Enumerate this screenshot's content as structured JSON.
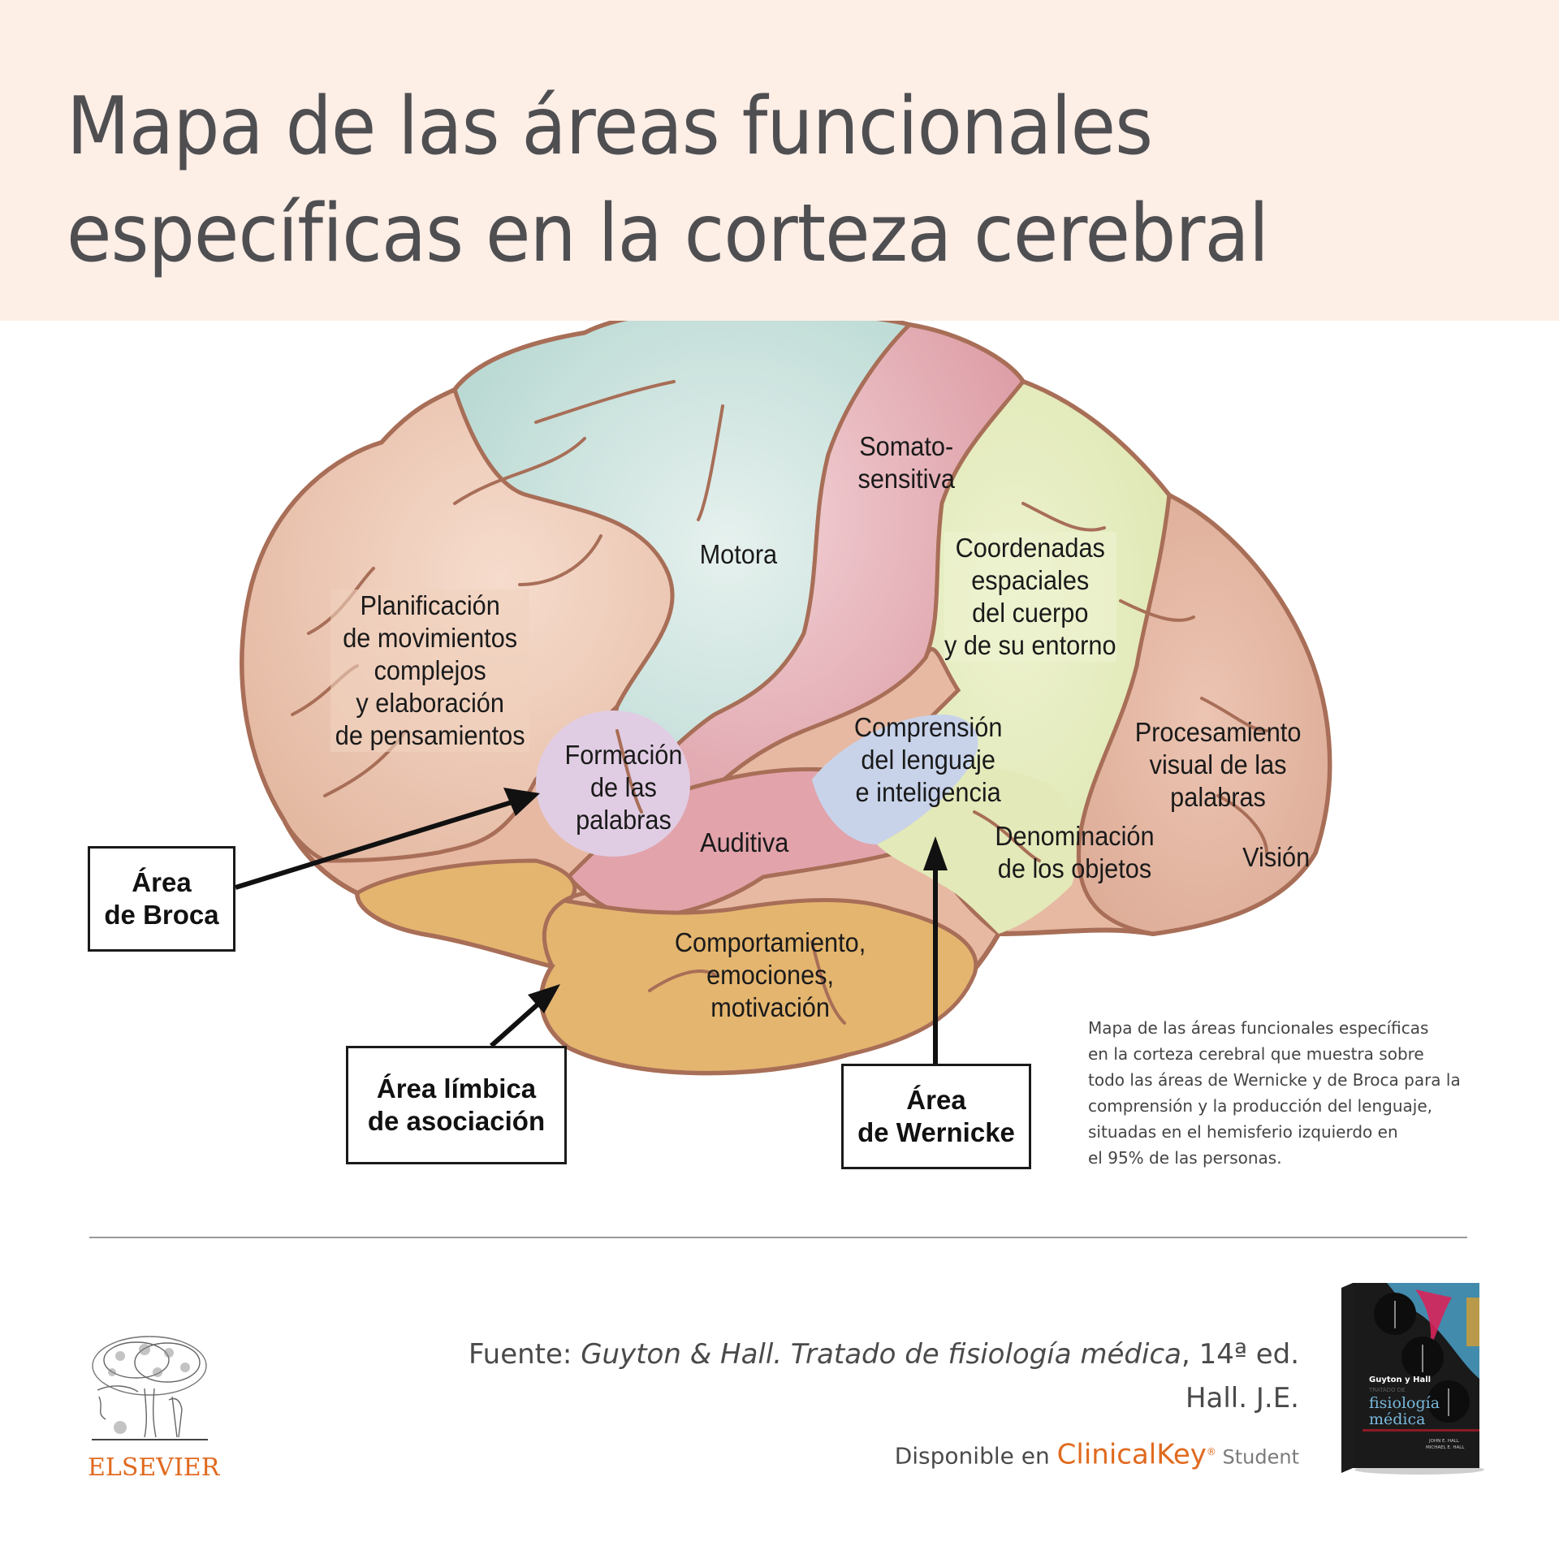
{
  "header": {
    "title_line1": "Mapa de las áreas funcionales",
    "title_line2": "específicas en la corteza cerebral",
    "background": "#fdeee6"
  },
  "diagram": {
    "regions": [
      {
        "id": "motora",
        "label_lines": [
          "Motora"
        ],
        "color": "#c9e2dd"
      },
      {
        "id": "planificacion",
        "label_lines": [
          "Planificación",
          "de movimientos",
          "complejos",
          "y elaboración",
          "de pensamientos"
        ],
        "color": "#eec4ad"
      },
      {
        "id": "somatosensitiva",
        "label_lines": [
          "Somato-",
          "sensitiva"
        ],
        "color": "#e2a3ab"
      },
      {
        "id": "coordenadas",
        "label_lines": [
          "Coordenadas",
          "espaciales",
          "del cuerpo",
          "y de su entorno"
        ],
        "color": "#e3e9b8"
      },
      {
        "id": "formacion",
        "label_lines": [
          "Formación",
          "de las",
          "palabras"
        ],
        "color": "#e1cde3"
      },
      {
        "id": "comprension",
        "label_lines": [
          "Comprensión",
          "del lenguaje",
          "e inteligencia"
        ],
        "color": "#c8d3ea"
      },
      {
        "id": "auditiva",
        "label_lines": [
          "Auditiva"
        ],
        "color": "#e2a3ab"
      },
      {
        "id": "procesamiento",
        "label_lines": [
          "Procesamiento",
          "visual de las",
          "palabras"
        ],
        "color": "#e6b9a6"
      },
      {
        "id": "denominacion",
        "label_lines": [
          "Denominación",
          "de los objetos"
        ],
        "color": "#e3e9b8"
      },
      {
        "id": "vision",
        "label_lines": [
          "Visión"
        ],
        "color": "#e6b9a6"
      },
      {
        "id": "comportamiento",
        "label_lines": [
          "Comportamiento,",
          "emociones,",
          "motivación"
        ],
        "color": "#e4b56f"
      }
    ],
    "callouts": [
      {
        "id": "broca",
        "label_lines": [
          "Área",
          "de Broca"
        ]
      },
      {
        "id": "limbica",
        "label_lines": [
          "Área límbica",
          "de asociación"
        ]
      },
      {
        "id": "wernicke",
        "label_lines": [
          "Área",
          "de Wernicke"
        ]
      }
    ],
    "outline_color": "#a86e57"
  },
  "caption": {
    "lines": [
      "Mapa de las áreas funcionales específicas",
      "en la corteza cerebral que muestra sobre",
      "todo las áreas de Wernicke y de Broca para la",
      "comprensión y la producción del lenguaje,",
      "situadas en el hemisferio  izquierdo en",
      "el 95% de las personas."
    ]
  },
  "footer": {
    "source_prefix": "Fuente: ",
    "source_title": "Guyton & Hall. Tratado de fisiología médica",
    "source_edition": ", 14ª ed.",
    "author": "Hall. J.E.",
    "available_prefix": "Disponible en ",
    "clinicalkey": "ClinicalKey",
    "clinicalkey_reg": "®",
    "clinicalkey_suffix": " Student",
    "publisher": "ELSEVIER",
    "book": {
      "brand": "Guyton y Hall",
      "subtitle": "TRATADO DE",
      "title_line1": "fisiología",
      "title_line2": "médica",
      "authors": [
        "JOHN E. HALL",
        "MICHAEL E. HALL"
      ]
    },
    "accent_color": "#e06a1f"
  }
}
